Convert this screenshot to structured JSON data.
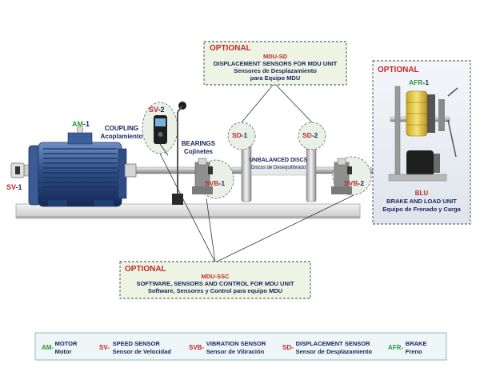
{
  "optional_sd": {
    "title": "OPTIONAL",
    "code": "MDU-SD",
    "en": "DISPLACEMENT SENSORS FOR MDU UNIT",
    "es_line1": "Sensores de Desplazamiento",
    "es_line2": "para Equipo MDU"
  },
  "optional_ssc": {
    "title": "OPTIONAL",
    "code": "MDU-SSC",
    "en": "SOFTWARE, SENSORS AND CONTROL FOR MDU UNIT",
    "es": "Software, Sensores y Control para equipo MDU"
  },
  "optional_blu": {
    "title": "OPTIONAL",
    "afr_prefix": "AFR",
    "afr_suffix": "-1",
    "code": "BLU",
    "en": "BRAKE AND LOAD UNIT",
    "es": "Equipo de Frenado y Carga"
  },
  "labels": {
    "am_prefix": "AM",
    "am_suffix": "-1",
    "coupling_en": "COUPLING",
    "coupling_es": "Acoplamiento",
    "sv2_prefix": "SV",
    "sv2_suffix": "-2",
    "sv1_prefix": "SV",
    "sv1_suffix": "-1",
    "bearings_en": "BEARINGS",
    "bearings_es": "Cojinetes",
    "svb1_prefix": "SVB",
    "svb1_suffix": "-1",
    "svb2_prefix": "SVB",
    "svb2_suffix": "-2",
    "sd1_prefix": "SD",
    "sd1_suffix": "-1",
    "sd2_prefix": "SD",
    "sd2_suffix": "-2",
    "discs_en": "UNBALANCED DISCS",
    "discs_es": "Discos de Desequilibrado"
  },
  "legend": [
    {
      "code": "AM-",
      "en": "MOTOR",
      "es": "Motor"
    },
    {
      "code": "SV-",
      "en": "SPEED SENSOR",
      "es": "Sensor de Velocidad"
    },
    {
      "code": "SVB-",
      "en": "VIBRATION SENSOR",
      "es": "Sensor de Vibración"
    },
    {
      "code": "SD-",
      "en": "DISPLACEMENT SENSOR",
      "es": "Sensor de Desplazamiento"
    },
    {
      "code": "AFR-",
      "en": "BRAKE",
      "es": "Freno"
    }
  ],
  "colors": {
    "code_red": "#c0282d",
    "code_green": "#2a9a3a",
    "text_navy": "#17255e",
    "motor_blue": "#2e4f86",
    "optional_fill": "#eef4e4",
    "legend_fill": "#eef6f7"
  }
}
